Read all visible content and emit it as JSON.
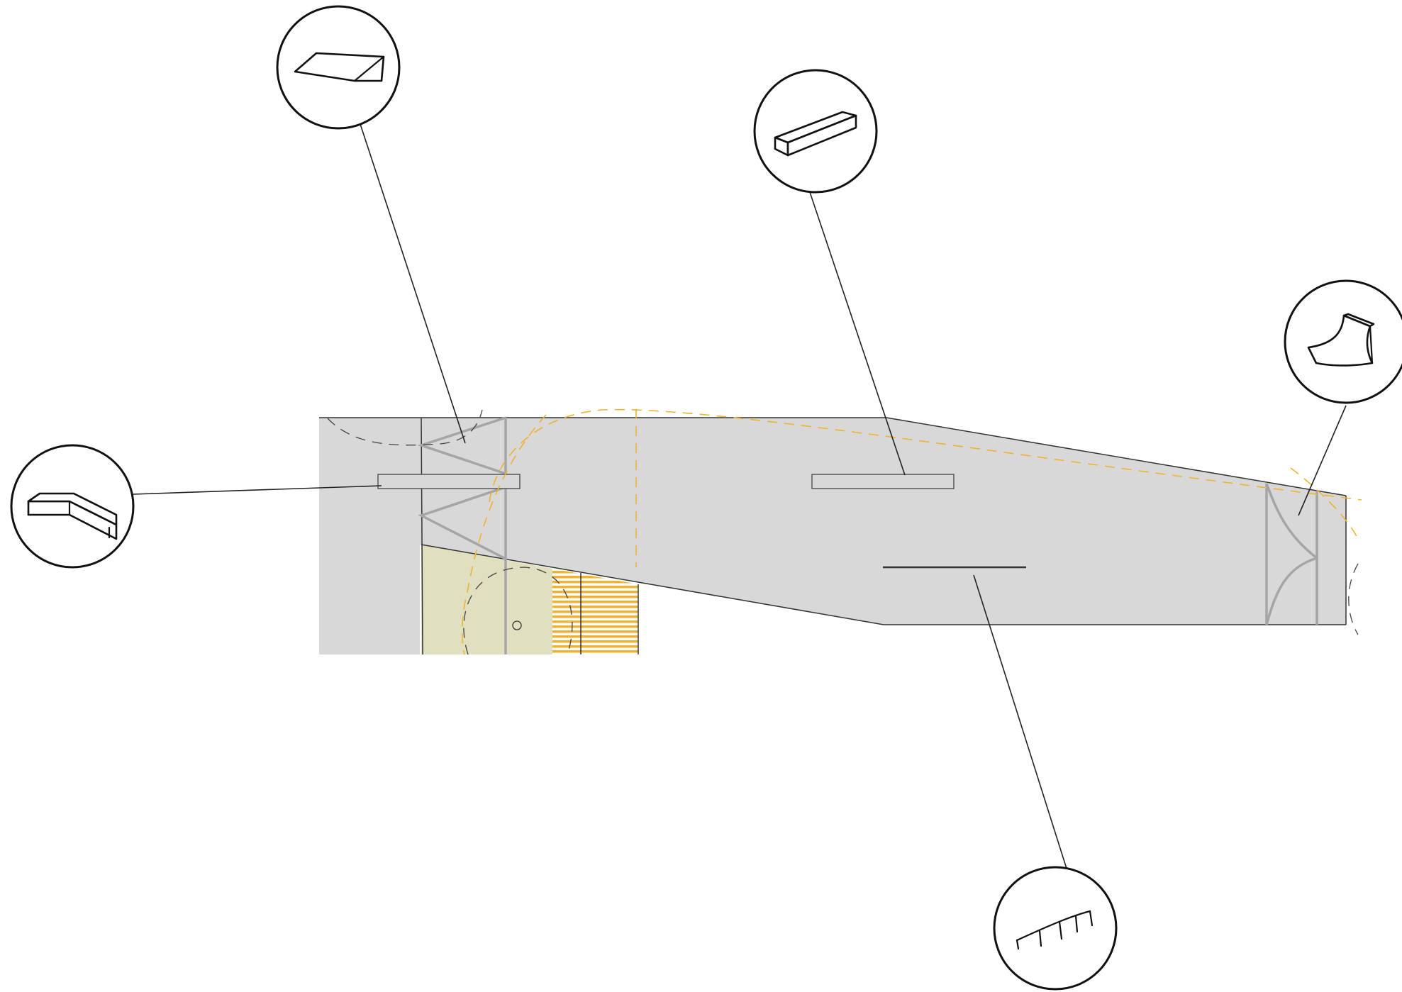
{
  "diagram": {
    "colors": {
      "floor_fill": "#d8d8d8",
      "zone_fill": "#e0dfc0",
      "stripe_orange": "#f0b233",
      "structure_grey": "#a5a5a5",
      "line_dark": "#222222",
      "background": "#ffffff"
    },
    "callouts": [
      {
        "id": "left",
        "icon": "bent-bench-icon"
      },
      {
        "id": "top-left",
        "icon": "wedge-ramp-icon"
      },
      {
        "id": "top-center",
        "icon": "long-bench-icon"
      },
      {
        "id": "right",
        "icon": "curved-seat-icon"
      },
      {
        "id": "bottom",
        "icon": "ribbed-shelter-icon"
      }
    ]
  }
}
